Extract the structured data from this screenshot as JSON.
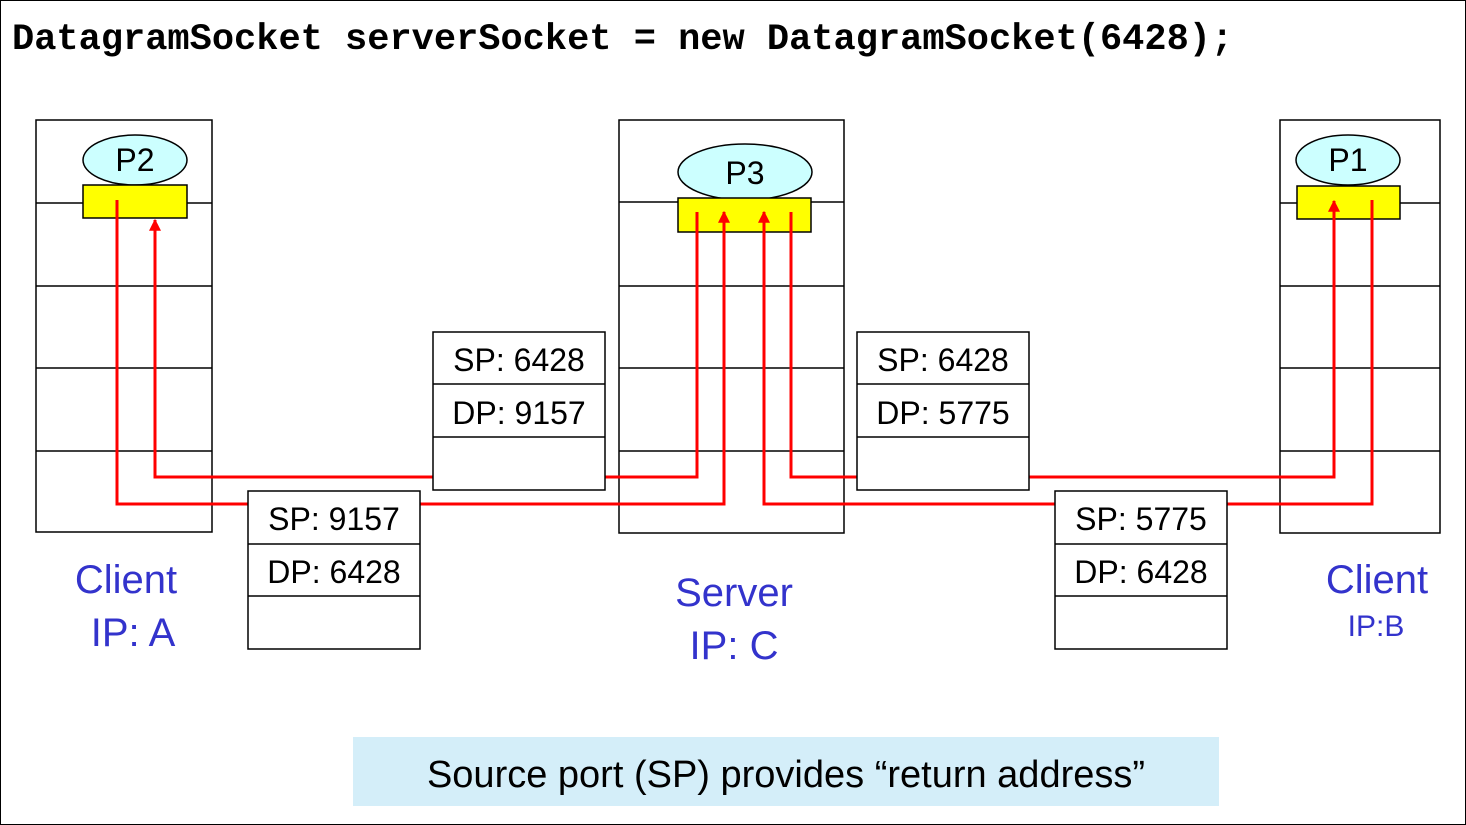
{
  "title_code": "DatagramSocket serverSocket = new DatagramSocket(6428);",
  "hosts": {
    "client_a": {
      "process": "P2",
      "label": "Client",
      "ip": "IP: A"
    },
    "server": {
      "process": "P3",
      "label": "Server",
      "ip": "IP: C"
    },
    "client_b": {
      "process": "P1",
      "label": "Client",
      "ip": "IP:B"
    }
  },
  "packets": {
    "server_to_a": {
      "sp": "SP: 6428",
      "dp": "DP: 9157"
    },
    "a_to_server": {
      "sp": "SP: 9157",
      "dp": "DP: 6428"
    },
    "server_to_b": {
      "sp": "SP: 6428",
      "dp": "DP: 5775"
    },
    "b_to_server": {
      "sp": "SP: 5775",
      "dp": "DP: 6428"
    }
  },
  "note": "Source port (SP) provides “return address”",
  "colors": {
    "process_fill": "#ccffff",
    "socket_fill": "#ffff00",
    "path": "#ff0000",
    "host_label": "#3333cc",
    "note_bg": "#d4eef9"
  }
}
